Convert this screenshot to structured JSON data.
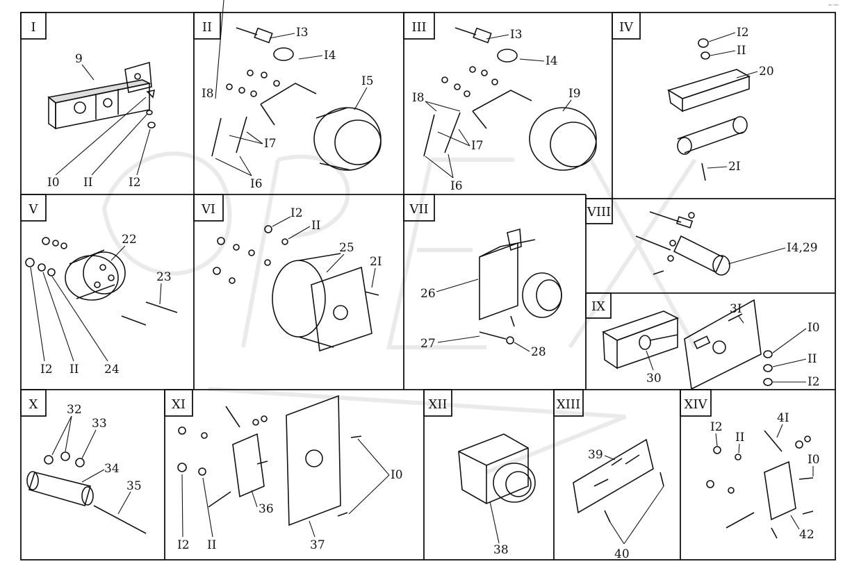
{
  "corner_text": "ᵃᵇᶜ ⁿᵃᵇᶜ",
  "panels": [
    {
      "id": "I",
      "label": "I",
      "callouts": [
        "9",
        "I0",
        "II",
        "I2"
      ]
    },
    {
      "id": "II",
      "label": "II",
      "callouts": [
        "I3",
        "I4",
        "I5",
        "I8",
        "I7",
        "I6"
      ]
    },
    {
      "id": "III",
      "label": "III",
      "callouts": [
        "I3",
        "I4",
        "I9",
        "I8",
        "I7",
        "I6"
      ]
    },
    {
      "id": "IV",
      "label": "IV",
      "callouts": [
        "I2",
        "II",
        "20",
        "2I"
      ]
    },
    {
      "id": "V",
      "label": "V",
      "callouts": [
        "22",
        "23",
        "I2",
        "II",
        "24"
      ]
    },
    {
      "id": "VI",
      "label": "VI",
      "callouts": [
        "I2",
        "II",
        "25",
        "2I"
      ]
    },
    {
      "id": "VII",
      "label": "VII",
      "callouts": [
        "26",
        "27",
        "28"
      ]
    },
    {
      "id": "VIII",
      "label": "VIII",
      "callouts": [
        "I4,29"
      ]
    },
    {
      "id": "IX",
      "label": "IX",
      "callouts": [
        "3I",
        "I0",
        "II",
        "I2",
        "30"
      ]
    },
    {
      "id": "X",
      "label": "X",
      "callouts": [
        "32",
        "33",
        "34",
        "35"
      ]
    },
    {
      "id": "XI",
      "label": "XI",
      "callouts": [
        "I0",
        "36",
        "37",
        "I2",
        "II"
      ]
    },
    {
      "id": "XII",
      "label": "XII",
      "callouts": [
        "38"
      ]
    },
    {
      "id": "XIII",
      "label": "XIII",
      "callouts": [
        "39",
        "40"
      ]
    },
    {
      "id": "XIV",
      "label": "XIV",
      "callouts": [
        "I2",
        "II",
        "4I",
        "I0",
        "42"
      ]
    }
  ]
}
